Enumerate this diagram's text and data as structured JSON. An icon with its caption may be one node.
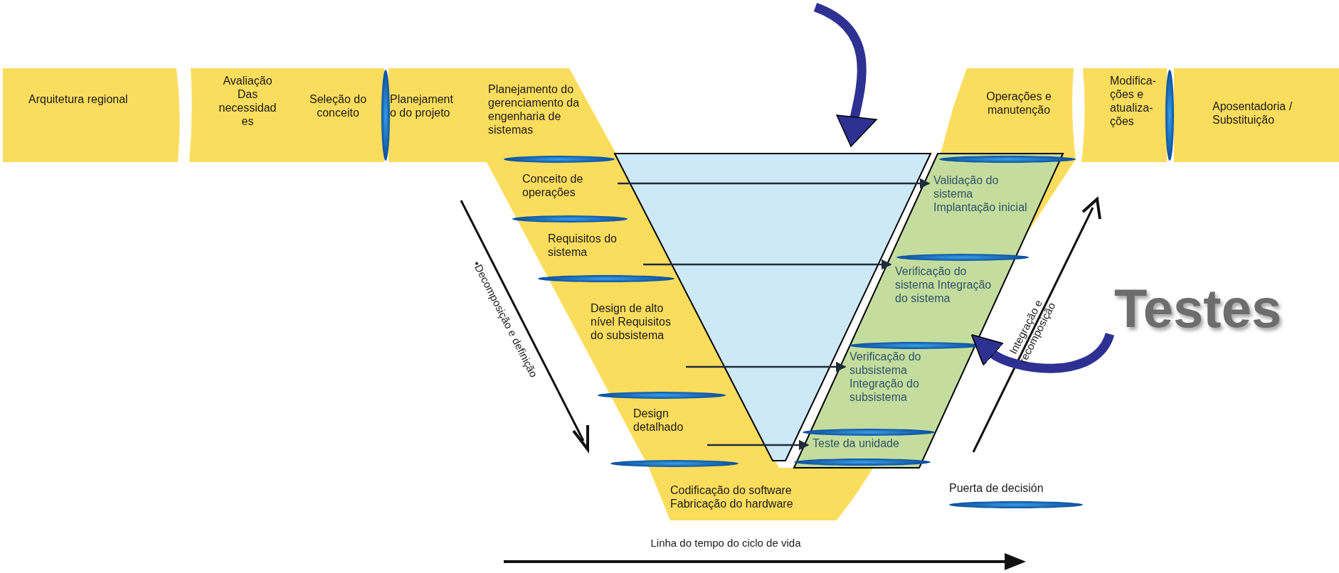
{
  "diagram": {
    "nodes": [
      {
        "text": [
          "Arquitetura regional"
        ]
      },
      {
        "text": [
          "Avaliação Das necessidad es"
        ]
      },
      {
        "text": [
          "Seleção do conceito"
        ]
      },
      {
        "text": [
          "Planejament o do projeto"
        ]
      },
      {
        "text": [
          "Planejamento do gerenciamento da engenharia de sistemas"
        ]
      },
      {
        "text": [
          "Conceito de operações"
        ]
      },
      {
        "text": [
          "Requisitos do sistema"
        ]
      },
      {
        "text": [
          "Design de alto nível Requisitos do subsistema"
        ]
      },
      {
        "text": [
          "Design detalhado"
        ]
      },
      {
        "text": [
          "Codificação do software Fabricação do hardware"
        ]
      },
      {
        "text": [],
        "shape": "parallelogram"
      },
      {
        "text": [
          "Validação do sistema Implantação inicial"
        ],
        "in": 10
      },
      {
        "text": [
          "Verificação do sistema Integração do sistema"
        ],
        "in": 10
      },
      {
        "text": [
          "Verificação do subsistema Integração do subsistema"
        ],
        "in": 10
      },
      {
        "text": [
          "Teste da unidade"
        ],
        "in": 10
      },
      {
        "text": [
          "Operações e manutenção"
        ]
      },
      {
        "text": [
          "Modifica- ções e atualiza- ções"
        ]
      },
      {
        "text": [
          "Aposentadoria / Substituição"
        ]
      },
      {
        "text": [
          "Testes"
        ]
      }
    ],
    "edges": [
      {
        "from": 5,
        "to": 11,
        "arrow": "to"
      },
      {
        "from": 6,
        "to": 12,
        "arrow": "to"
      },
      {
        "from": 7,
        "to": 13,
        "arrow": "to"
      },
      {
        "from": 8,
        "to": 14,
        "arrow": "to"
      },
      {
        "from": 18,
        "to": 10,
        "arrow": "to",
        "style": "thick",
        "color": "#2e3192"
      }
    ],
    "labels": [
      "•Decomposição e definição",
      "Integração e recomposição",
      "Linha do tempo do ciclo de vida"
    ],
    "legend": [
      {
        "text": "Puerta de decisión"
      }
    ]
  }
}
